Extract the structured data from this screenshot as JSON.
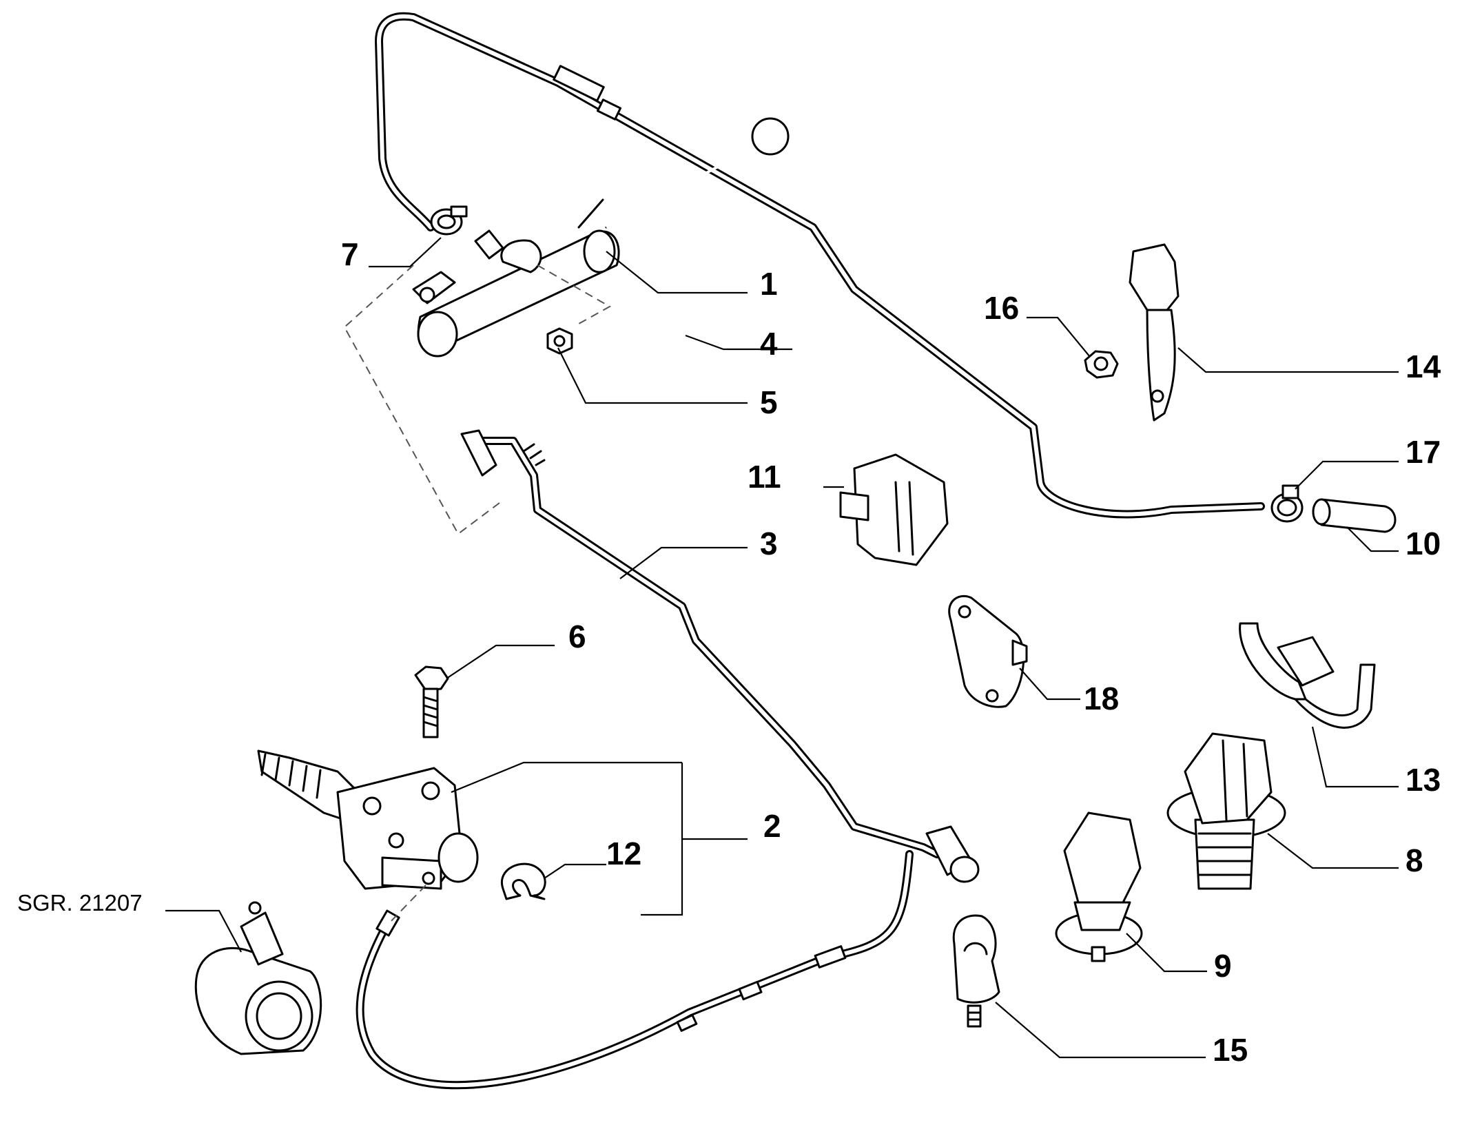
{
  "diagram": {
    "reference_label": "SGR. 21207",
    "callouts": [
      {
        "id": "1",
        "text": "1"
      },
      {
        "id": "2",
        "text": "2"
      },
      {
        "id": "3",
        "text": "3"
      },
      {
        "id": "4",
        "text": "4"
      },
      {
        "id": "5",
        "text": "5"
      },
      {
        "id": "6",
        "text": "6"
      },
      {
        "id": "7",
        "text": "7"
      },
      {
        "id": "8",
        "text": "8"
      },
      {
        "id": "9",
        "text": "9"
      },
      {
        "id": "10",
        "text": "10"
      },
      {
        "id": "11",
        "text": "11"
      },
      {
        "id": "12",
        "text": "12"
      },
      {
        "id": "13",
        "text": "13"
      },
      {
        "id": "14",
        "text": "14"
      },
      {
        "id": "15",
        "text": "15"
      },
      {
        "id": "16",
        "text": "16"
      },
      {
        "id": "17",
        "text": "17"
      },
      {
        "id": "18",
        "text": "18"
      }
    ]
  }
}
